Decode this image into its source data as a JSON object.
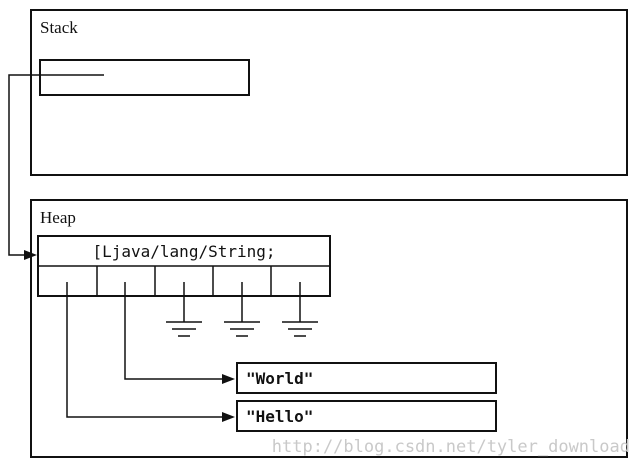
{
  "stack": {
    "label": "Stack"
  },
  "heap": {
    "label": "Heap",
    "array_type": "[Ljava/lang/String;",
    "elements": [
      "ref",
      "ref",
      "null",
      "null",
      "null"
    ]
  },
  "strings": [
    "\"World\"",
    "\"Hello\""
  ],
  "watermark": "http://blog.csdn.net/tyler_download"
}
